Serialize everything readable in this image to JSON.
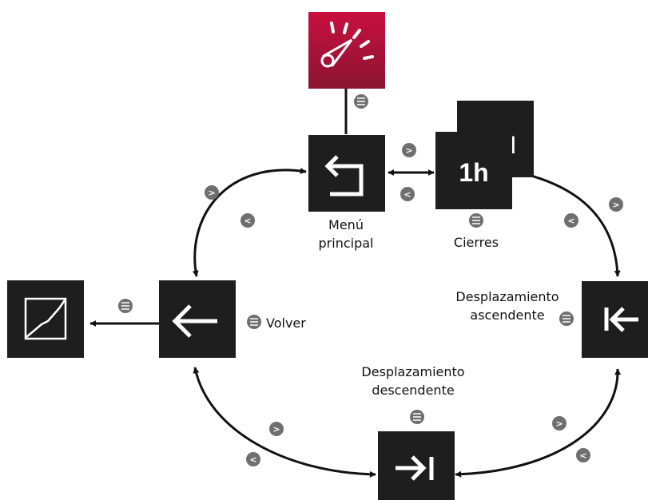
{
  "labels": {
    "main_menu_line1": "Menú",
    "main_menu_line2": "principal",
    "closures": "Cierres",
    "back": "Volver",
    "scroll_up_line1": "Desplazamiento",
    "scroll_up_line2": "ascendente",
    "scroll_down_line1": "Desplazamiento",
    "scroll_down_line2": "descendente"
  },
  "tiles": {
    "closures_front": "1h",
    "closures_back": "28d"
  },
  "buttons": {
    "next": ">",
    "prev": "<"
  },
  "icons": {
    "gauge": "gauge-icon",
    "return": "return-arrow-icon",
    "back": "left-arrow-icon",
    "chart": "line-chart-icon",
    "scroll_up": "arrow-left-to-bar-icon",
    "scroll_down": "arrow-right-to-bar-icon",
    "menu_button": "menu-button-icon"
  },
  "colors": {
    "tile": "#1e1e1e",
    "accent_top": "#c8103e",
    "accent_bottom": "#8b1433",
    "button": "#6f6f6f",
    "stroke": "#111111"
  }
}
